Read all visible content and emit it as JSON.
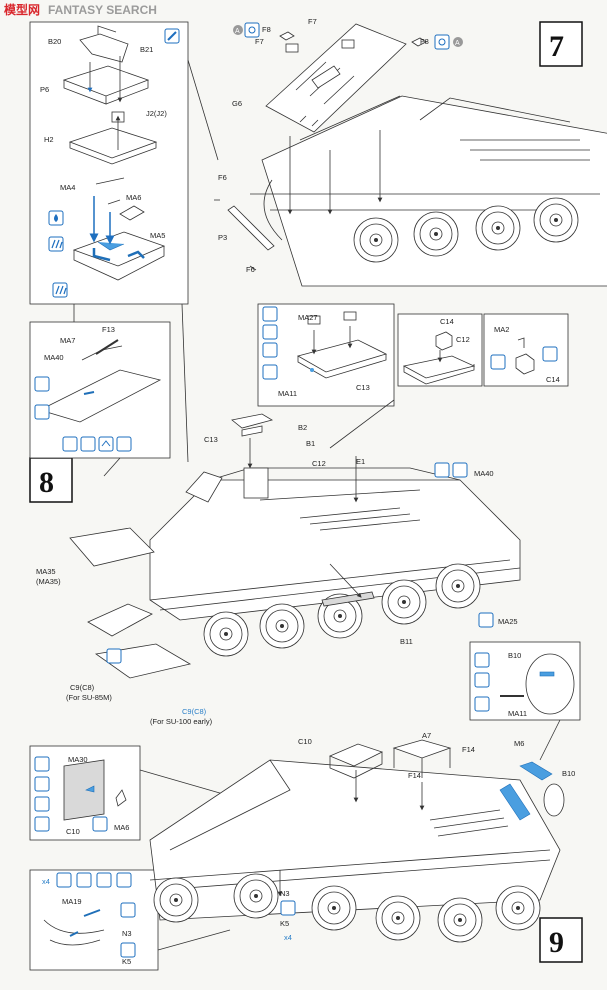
{
  "watermark": {
    "left": "FANTASY SEARCH",
    "sub": "模型网",
    "colors": {
      "red": "#d9262c",
      "gray": "#9b9b9b"
    }
  },
  "steps": {
    "s7": "7",
    "s8": "8",
    "s9": "9"
  },
  "colors": {
    "accent": "#2a7fc8",
    "line": "#333333"
  },
  "step7": {
    "inset_labels": [
      "B20",
      "B21",
      "P6",
      "J2(J2)",
      "H2",
      "MA4",
      "MA6",
      "MA5"
    ],
    "main_labels": [
      "F7",
      "F8",
      "F7",
      "F8",
      "G6",
      "F6",
      "P3",
      "F6"
    ],
    "icon_a": "A"
  },
  "step8": {
    "inset1_labels": [
      "MA7",
      "F13",
      "MA40"
    ],
    "inset2_labels": [
      "MA27",
      "MA11",
      "C13"
    ],
    "inset3_labels": [
      "C14",
      "C12"
    ],
    "inset4_labels": [
      "MA2",
      "C14"
    ],
    "main_labels": [
      "C13",
      "B2",
      "B1",
      "C12",
      "E1",
      "MA40",
      "MA35",
      "(MA35)",
      "B11",
      "MA25"
    ],
    "c9_label": "C9(C8)",
    "c9_note1": "(For SU-85M)",
    "c9_blue": "C9(C8)",
    "c9_note2": "(For SU-100 early)",
    "inset5_labels": [
      "B10",
      "MA11"
    ]
  },
  "step9": {
    "inset1_labels": [
      "MA30",
      "C10",
      "MA6"
    ],
    "inset2_labels": [
      "x4",
      "MA19",
      "N3",
      "K5"
    ],
    "main_labels": [
      "C10",
      "A7",
      "F14",
      "F14",
      "M6",
      "B10",
      "N3",
      "K5",
      "x4"
    ]
  }
}
